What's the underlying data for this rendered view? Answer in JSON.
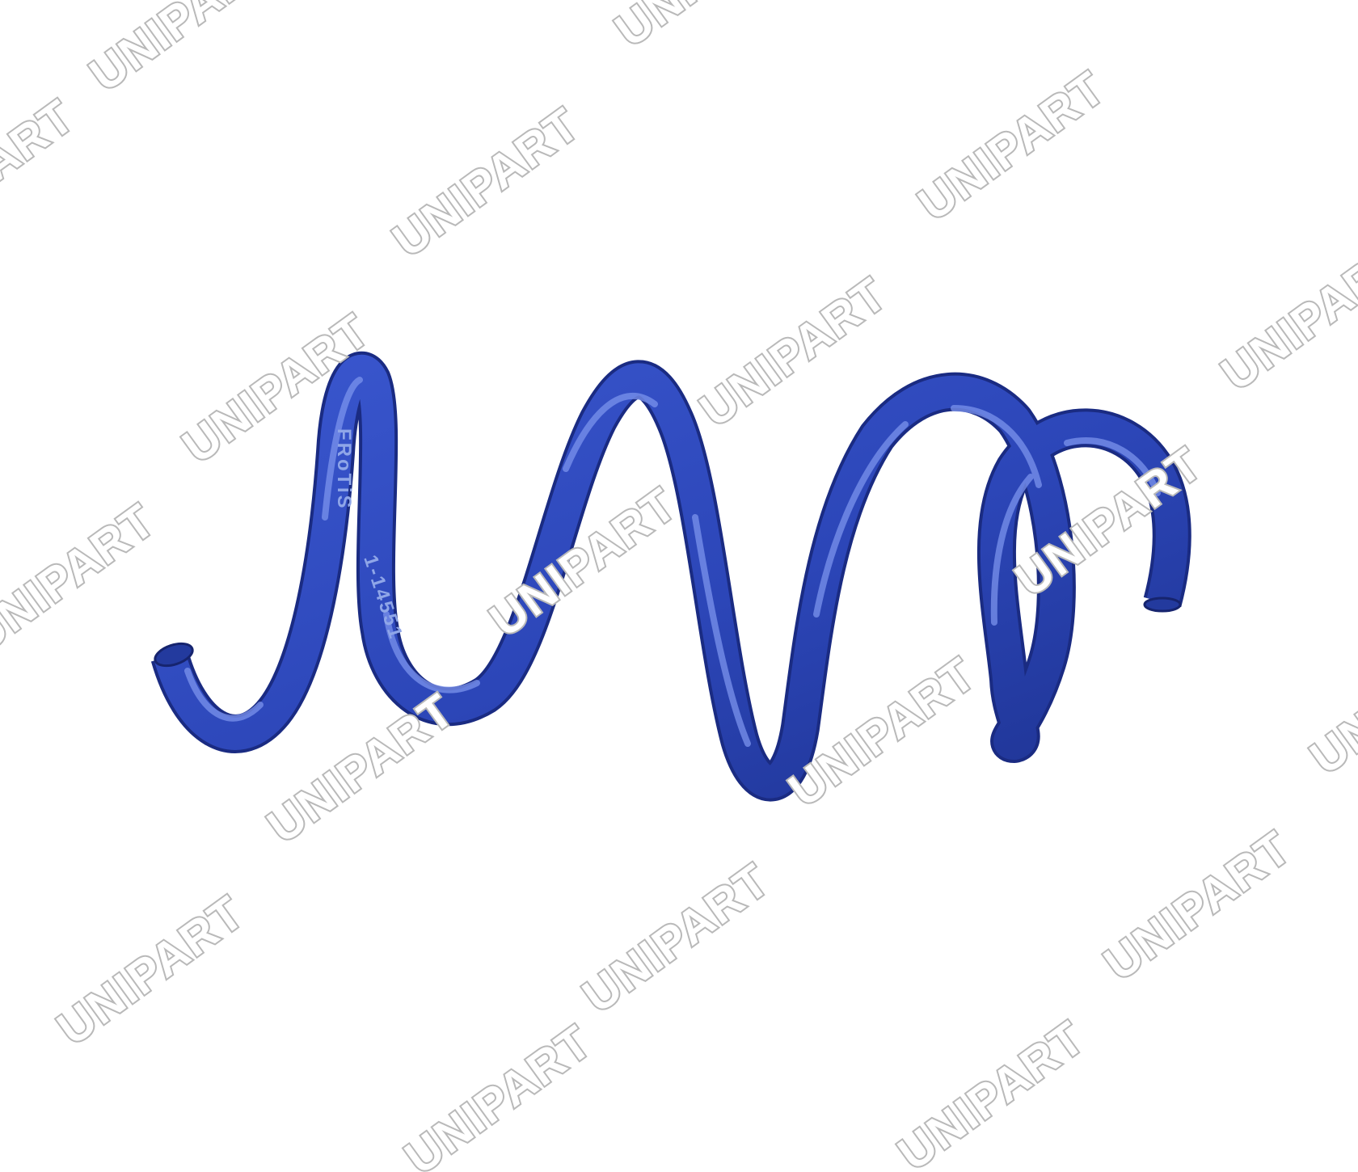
{
  "photo": {
    "subject": "coil-spring",
    "colors": {
      "background": "#ffffff",
      "spring_base": "#2c46b8",
      "spring_shadow": "#1a2b82",
      "spring_highlight": "#6f88e6",
      "watermark_fill": "#ffffff",
      "watermark_stroke": "#b9b9b9"
    }
  },
  "watermark": {
    "text": "UNIPART"
  },
  "spring_marking": {
    "brand": "FRoTiS",
    "part_number": "1-14551"
  }
}
